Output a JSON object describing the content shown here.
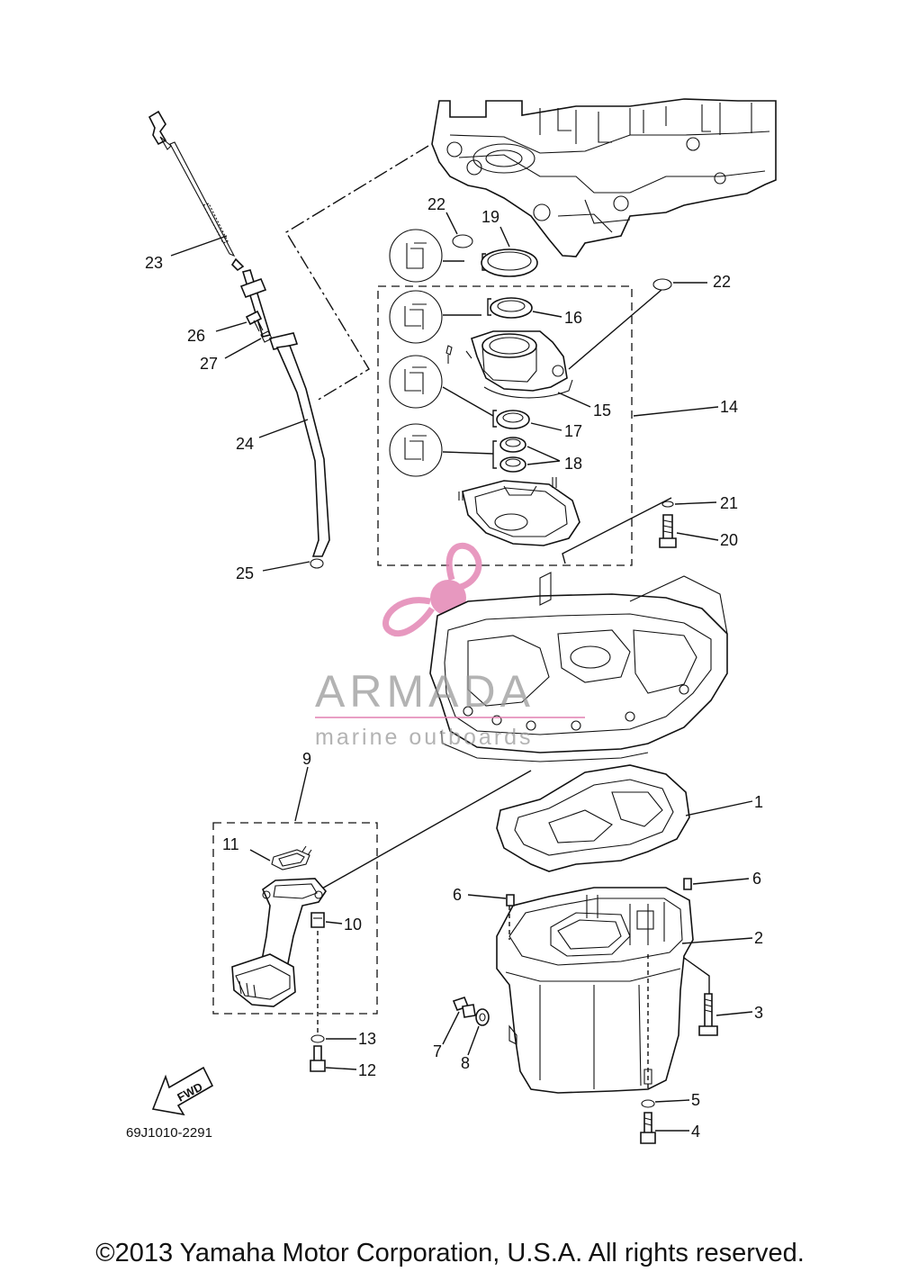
{
  "diagram": {
    "callouts": [
      "1",
      "2",
      "3",
      "4",
      "5",
      "6",
      "6",
      "7",
      "8",
      "9",
      "10",
      "11",
      "12",
      "13",
      "14",
      "15",
      "16",
      "17",
      "18",
      "19",
      "20",
      "21",
      "22",
      "22",
      "23",
      "24",
      "25",
      "26",
      "27"
    ],
    "drawing_code": "69J1010-2291",
    "fwd_label": "FWD"
  },
  "watermark": {
    "brand": "ARMADA",
    "tagline": "marine outboards",
    "color": "#e27fb0"
  },
  "footer": {
    "copyright": "©2013 Yamaha Motor Corporation, U.S.A. All rights reserved."
  }
}
